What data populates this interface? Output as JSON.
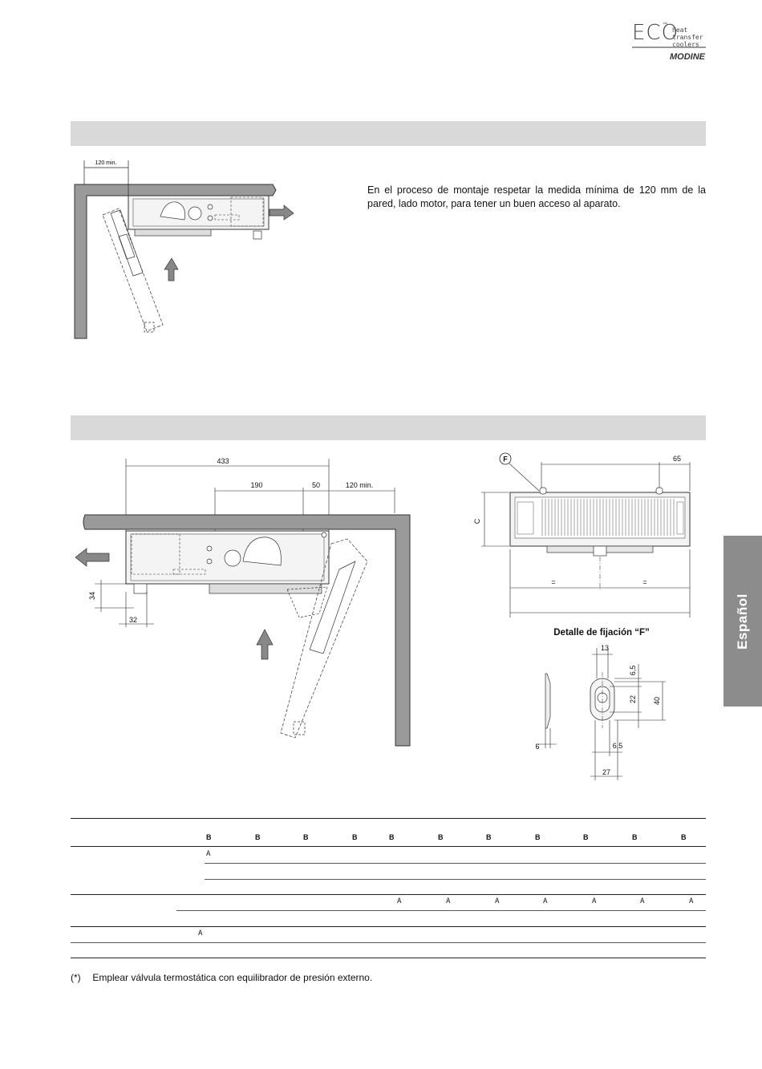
{
  "logo": {
    "eco": "ECO",
    "tm": "™",
    "subtitle_line1": "heat transfer",
    "subtitle_line2": "coolers",
    "brand": "MODINE"
  },
  "section1": {
    "dimension_label": "120 min.",
    "paragraph": "En el proceso de montaje respetar la medida mínima de 120 mm de la pared, lado motor, para tener un buen acceso al aparato."
  },
  "section2": {
    "dims": {
      "d433": "433",
      "d190": "190",
      "d50": "50",
      "d120": "120 min.",
      "d34": "34",
      "d32": "32"
    },
    "front": {
      "f_label": "F",
      "d65": "65",
      "c_label": "C",
      "eq_left": "=",
      "eq_right": "="
    },
    "detail": {
      "title": "Detalle de fijación “F”",
      "d13": "13",
      "d6_5_top": "6,5",
      "d22": "22",
      "d40": "40",
      "d6": "6",
      "d6_5_bottom": "6,5",
      "d27": "27"
    }
  },
  "table": {
    "header_marks": [
      "B",
      "B",
      "B",
      "B",
      "B",
      "B",
      "B",
      "B",
      "B",
      "B",
      "B"
    ],
    "row1_mark": "A",
    "row2_marks": [
      "A",
      "A",
      "A",
      "A",
      "A",
      "A",
      "A"
    ],
    "row3_mark": "A"
  },
  "sidebar_tab": "Español",
  "footnote": {
    "mark": "(*)",
    "text": "Emplear válvula termostática con equilibrador de presión externo."
  }
}
